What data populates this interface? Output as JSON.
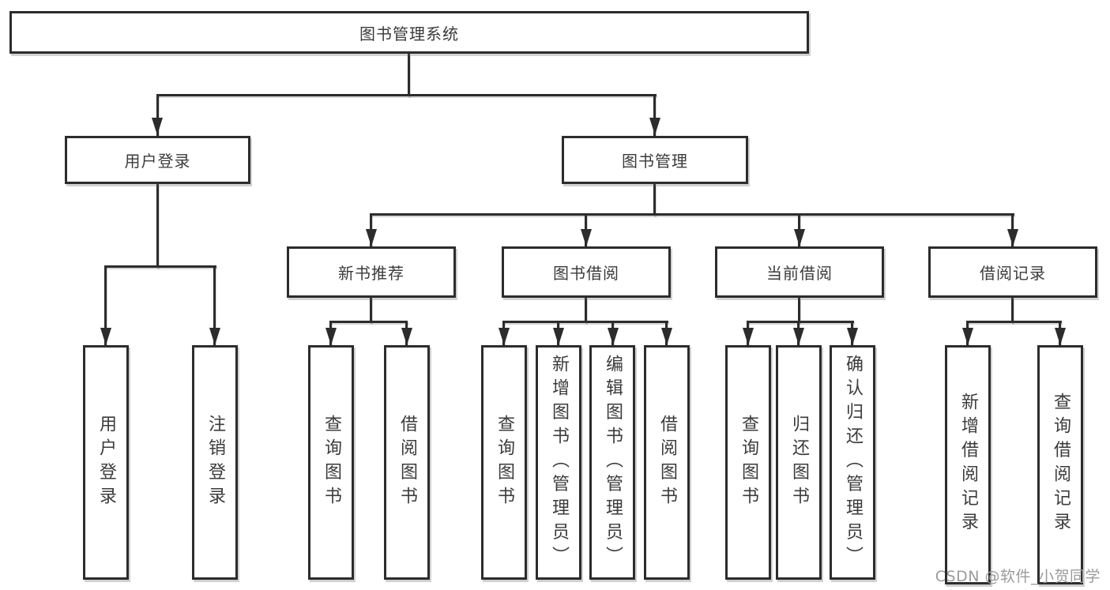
{
  "diagram": {
    "type": "hierarchy-tree",
    "root": {
      "label": "图书管理系统",
      "children": [
        {
          "label": "用户登录",
          "children": [
            {
              "label": "用户登录"
            },
            {
              "label": "注销登录"
            }
          ]
        },
        {
          "label": "图书管理",
          "children": [
            {
              "label": "新书推荐",
              "children": [
                {
                  "label": "查询图书"
                },
                {
                  "label": "借阅图书"
                }
              ]
            },
            {
              "label": "图书借阅",
              "children": [
                {
                  "label": "查询图书"
                },
                {
                  "label": "新增图书（管理员）"
                },
                {
                  "label": "编辑图书（管理员）"
                },
                {
                  "label": "借阅图书"
                }
              ]
            },
            {
              "label": "当前借阅",
              "children": [
                {
                  "label": "查询图书"
                },
                {
                  "label": "归还图书"
                },
                {
                  "label": "确认归还（管理员）"
                }
              ]
            },
            {
              "label": "借阅记录",
              "children": [
                {
                  "label": "新增借阅记录"
                },
                {
                  "label": "查询借阅记录"
                }
              ]
            }
          ]
        }
      ]
    }
  },
  "watermark": {
    "text": "CSDN @软件_小贺同学"
  },
  "colors": {
    "line": "#2c2c2c",
    "box_border": "#2c2c2c",
    "text": "#3b3b3b",
    "background": "#ffffff",
    "watermark": "#9b9b9b"
  }
}
